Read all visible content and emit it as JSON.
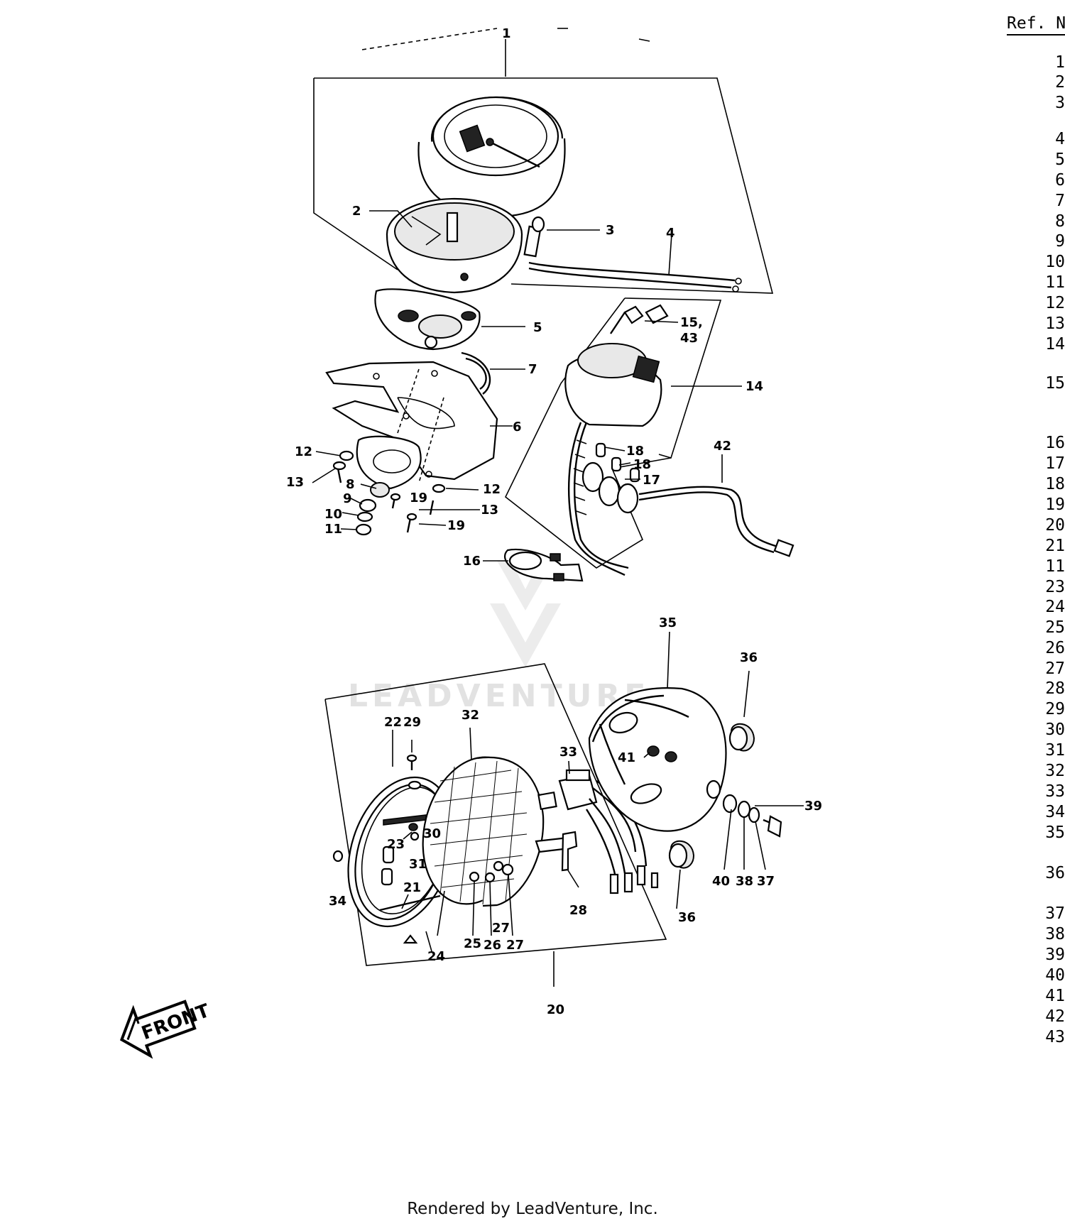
{
  "ref_column": {
    "header": "Ref. N",
    "numbers": [
      "1",
      "2",
      "3",
      "4",
      "5",
      "6",
      "7",
      "8",
      "9",
      "10",
      "11",
      "12",
      "13",
      "14",
      "15",
      "16",
      "17",
      "18",
      "19",
      "20",
      "21",
      "11",
      "23",
      "24",
      "25",
      "26",
      "27",
      "28",
      "29",
      "30",
      "31",
      "32",
      "33",
      "34",
      "35",
      "36",
      "37",
      "38",
      "39",
      "40",
      "41",
      "42",
      "43"
    ]
  },
  "callouts": {
    "c1": "1",
    "c2": "2",
    "c3": "3",
    "c4": "4",
    "c5": "5",
    "c6": "6",
    "c7": "7",
    "c8": "8",
    "c9": "9",
    "c10": "10",
    "c11": "11",
    "c12a": "12",
    "c12b": "12",
    "c13a": "13",
    "c13b": "13",
    "c14": "14",
    "c15": "15,",
    "c43a": "43",
    "c16": "16",
    "c17": "17",
    "c18a": "18",
    "c18b": "18",
    "c19a": "19",
    "c19b": "19",
    "c20": "20",
    "c21": "21",
    "c22": "22",
    "c23": "23",
    "c24": "24",
    "c25": "25",
    "c26": "26",
    "c27a": "27",
    "c27b": "27",
    "c28": "28",
    "c29": "29",
    "c30": "30",
    "c31": "31",
    "c32": "32",
    "c33": "33",
    "c34": "34",
    "c35": "35",
    "c36a": "36",
    "c36b": "36",
    "c37": "37",
    "c38": "38",
    "c39": "39",
    "c40": "40",
    "c41": "41",
    "c42": "42"
  },
  "front_label": "FRONT",
  "watermark": "LEADVENTURE",
  "footer": "Rendered by LeadVenture, Inc."
}
